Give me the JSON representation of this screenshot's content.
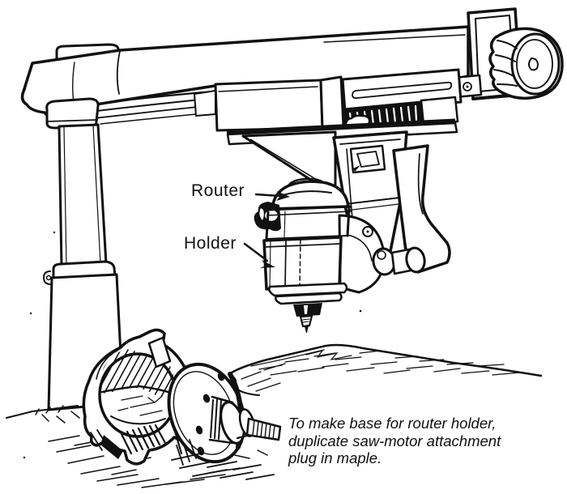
{
  "colors": {
    "ink": "#111111",
    "paper": "#ffffff"
  },
  "labels": {
    "router": "Router",
    "holder": "Holder"
  },
  "caption": {
    "lines": [
      "To make base for router holder,",
      "duplicate saw-motor attachment",
      "plug in maple."
    ]
  },
  "illustration": {
    "description": "Line drawing of a radial-arm saw arm and column with a router clamped in a holder hanging from the yoke; a saw-motor attachment plug and clamp collar lie on the ground; a mounded workbench surface sits below the router bit."
  }
}
